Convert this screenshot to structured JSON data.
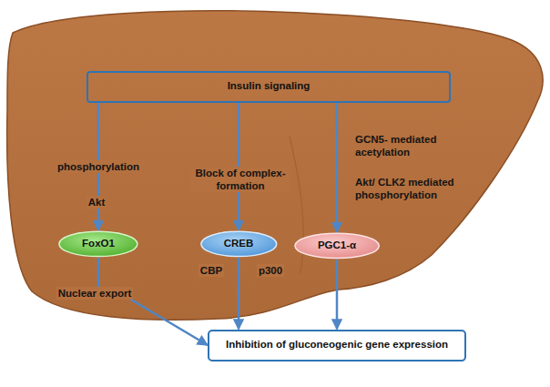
{
  "diagram": {
    "nodes": [
      {
        "text": [
          "Insulin signaling"
        ]
      },
      {
        "text": [
          "FoxO1"
        ]
      },
      {
        "text": [
          "CREB"
        ]
      },
      {
        "text": [
          "PGC1-α"
        ]
      },
      {
        "text": [
          "Inhibition of gluconeogenic gene expression"
        ]
      }
    ],
    "edges": [
      {
        "from": 0,
        "to": 1,
        "arrow": "to"
      },
      {
        "from": 0,
        "to": 2,
        "arrow": "to"
      },
      {
        "from": 0,
        "to": 3,
        "arrow": "to"
      },
      {
        "from": 1,
        "to": 4,
        "label": "Nuclear export",
        "arrow": "to"
      },
      {
        "from": 2,
        "to": 4,
        "arrow": "to"
      },
      {
        "from": 3,
        "to": 4,
        "arrow": "to"
      }
    ],
    "labels": [
      "phosphorylation",
      "Akt",
      "Block of complex- formation",
      "CBP",
      "p300",
      "GCN5- mediated acetylation",
      "Akt/ CLK2 mediated phosphorylation"
    ]
  }
}
